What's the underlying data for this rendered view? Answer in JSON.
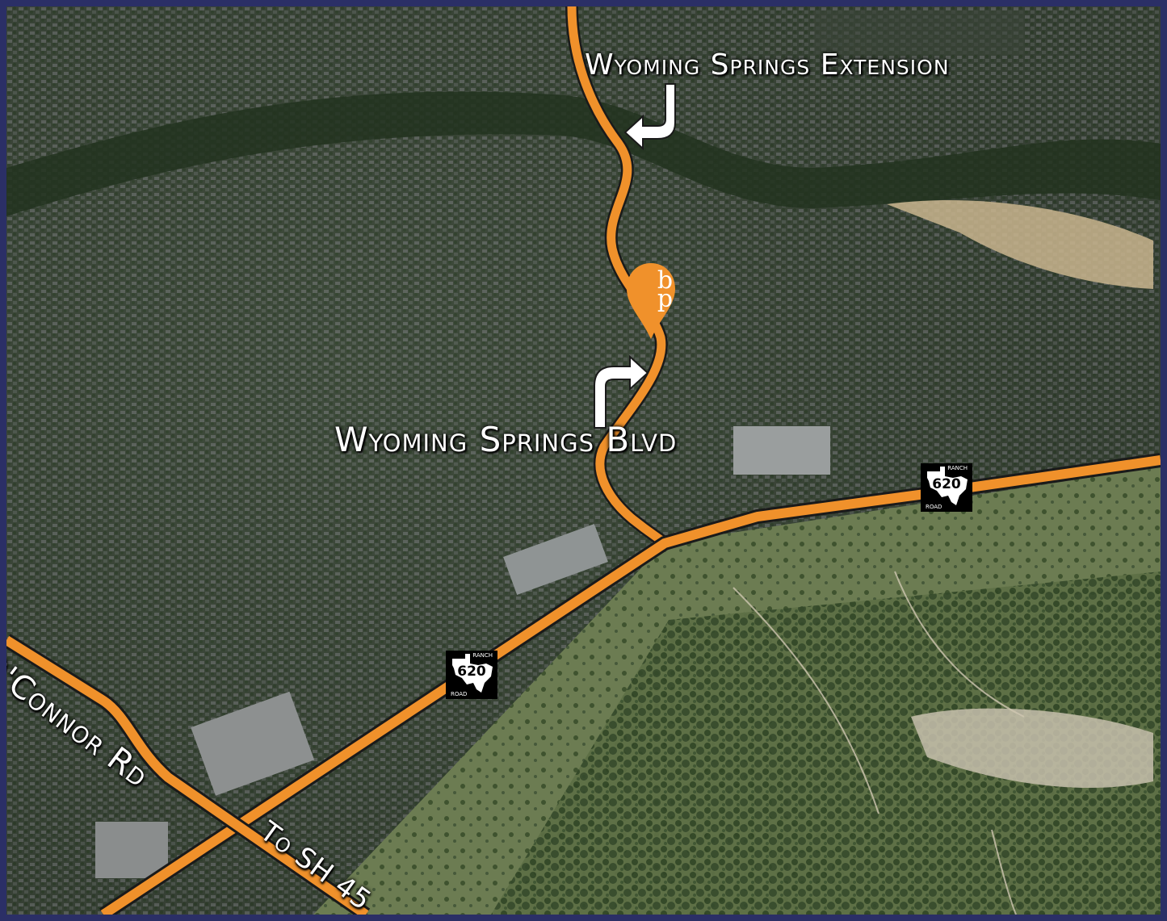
{
  "map": {
    "colors": {
      "frame": "#2b2f66",
      "road": "#f0912b",
      "road_outline": "#1a1a1a",
      "label": "#ffffff",
      "pin": "#f0912b"
    },
    "labels": {
      "wyoming_extension": "Wyoming Springs Extension",
      "wyoming_blvd": "Wyoming Springs Blvd",
      "oconnor": "O'Connor Rd",
      "to_sh45": "To SH 45"
    },
    "shields": [
      {
        "top": "RANCH",
        "number": "620",
        "bottom": "ROAD"
      },
      {
        "top": "RANCH",
        "number": "620",
        "bottom": "ROAD"
      }
    ],
    "pin": {
      "letters": "bp"
    },
    "icons": [
      "arrow-turn-left-icon",
      "arrow-turn-right-icon",
      "location-pin-icon",
      "texas-shield-icon"
    ]
  }
}
